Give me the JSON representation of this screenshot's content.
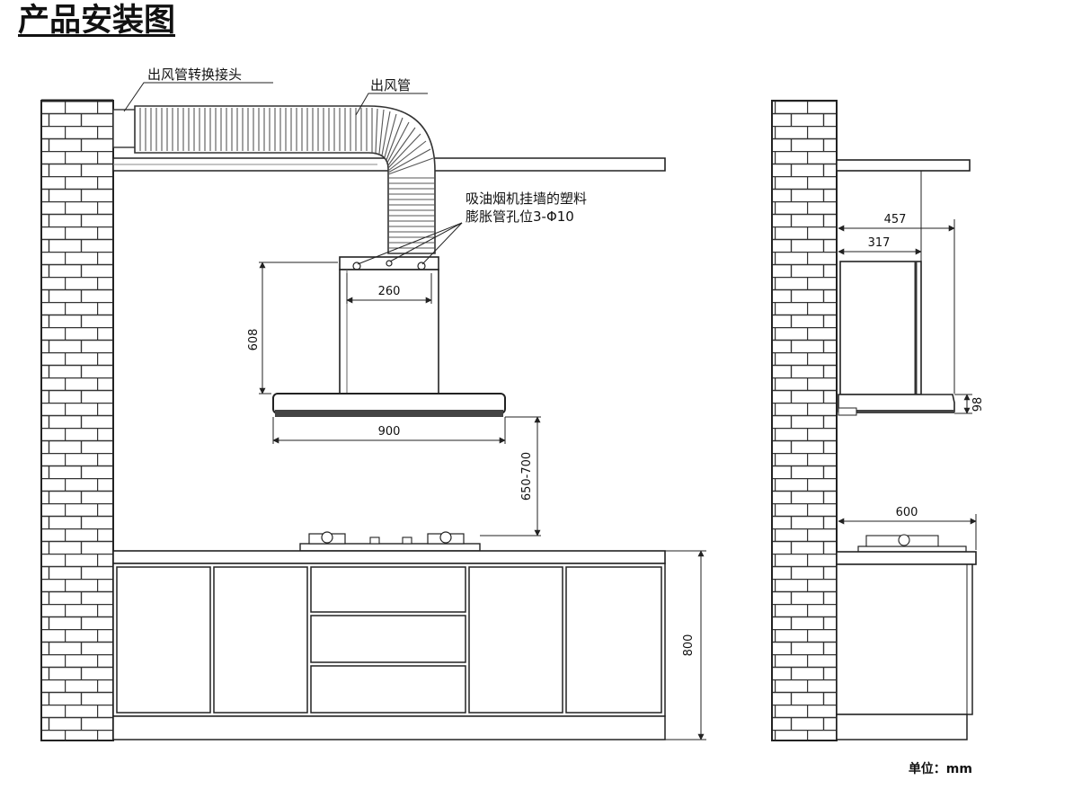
{
  "title": "产品安装图",
  "labels": {
    "duct_adapter": "出风管转换接头",
    "duct": "出风管",
    "anchor_line1": "吸油烟机挂墙的塑料",
    "anchor_line2": "膨胀管孔位3-Φ10"
  },
  "dimensions": {
    "bracket_width": "260",
    "chimney_height": "608",
    "hood_width": "900",
    "install_height": "650-700",
    "cabinet_height": "800",
    "side_depth_total": "457",
    "side_depth_chimney": "317",
    "hood_thickness": "98",
    "counter_depth": "600"
  },
  "unit": "单位：mm"
}
